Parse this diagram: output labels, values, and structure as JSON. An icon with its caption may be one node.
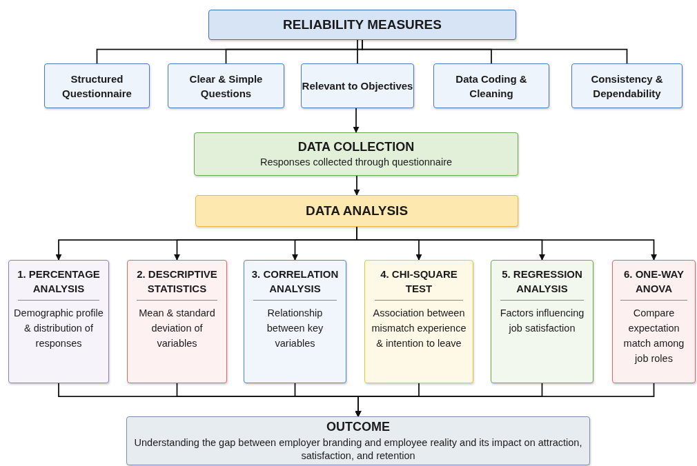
{
  "diagram": {
    "nodes": [
      {
        "text": [
          "RELIABILITY MEASURES"
        ]
      },
      {
        "text": [
          "Structured Questionnaire"
        ]
      },
      {
        "text": [
          "Clear & Simple Questions"
        ]
      },
      {
        "text": [
          "Relevant to Objectives"
        ]
      },
      {
        "text": [
          "Data Coding & Cleaning"
        ]
      },
      {
        "text": [
          "Consistency & Dependability"
        ]
      },
      {
        "text": [
          "DATA COLLECTION",
          "Responses collected through questionnaire"
        ]
      },
      {
        "text": [
          "DATA ANALYSIS"
        ]
      },
      {
        "text": [
          "1. PERCENTAGE ANALYSIS",
          "Demographic profile & distribution of responses"
        ]
      },
      {
        "text": [
          "2. DESCRIPTIVE STATISTICS",
          "Mean & standard deviation of variables"
        ]
      },
      {
        "text": [
          "3. CORRELATION ANALYSIS",
          "Relationship between key variables"
        ]
      },
      {
        "text": [
          "4. CHI-SQUARE TEST",
          "Association between mismatch experience & intention to leave"
        ]
      },
      {
        "text": [
          "5. REGRESSION ANALYSIS",
          "Factors influencing job satisfaction"
        ]
      },
      {
        "text": [
          "6. ONE-WAY ANOVA",
          "Compare expectation match among job roles"
        ]
      },
      {
        "text": [
          "OUTCOME",
          "Understanding the gap between employer branding and employee reality and its impact on attraction, satisfaction, and retention"
        ]
      }
    ],
    "edges": [
      {
        "from": 0,
        "to": 1,
        "arrow": "none"
      },
      {
        "from": 0,
        "to": 2,
        "arrow": "none"
      },
      {
        "from": 0,
        "to": 3,
        "arrow": "none"
      },
      {
        "from": 0,
        "to": 4,
        "arrow": "none"
      },
      {
        "from": 0,
        "to": 5,
        "arrow": "none"
      },
      {
        "from": 3,
        "to": 6,
        "arrow": "to"
      },
      {
        "from": 6,
        "to": 7,
        "arrow": "to"
      },
      {
        "from": 7,
        "to": 8,
        "arrow": "to"
      },
      {
        "from": 7,
        "to": 9,
        "arrow": "to"
      },
      {
        "from": 7,
        "to": 10,
        "arrow": "to"
      },
      {
        "from": 7,
        "to": 11,
        "arrow": "to"
      },
      {
        "from": 7,
        "to": 12,
        "arrow": "to"
      },
      {
        "from": 7,
        "to": 13,
        "arrow": "to"
      },
      {
        "from": 8,
        "to": 14,
        "arrow": "to"
      },
      {
        "from": 9,
        "to": 14,
        "arrow": "to"
      },
      {
        "from": 10,
        "to": 14,
        "arrow": "to"
      },
      {
        "from": 11,
        "to": 14,
        "arrow": "to"
      },
      {
        "from": 12,
        "to": 14,
        "arrow": "to"
      },
      {
        "from": 13,
        "to": 14,
        "arrow": "to"
      }
    ]
  }
}
